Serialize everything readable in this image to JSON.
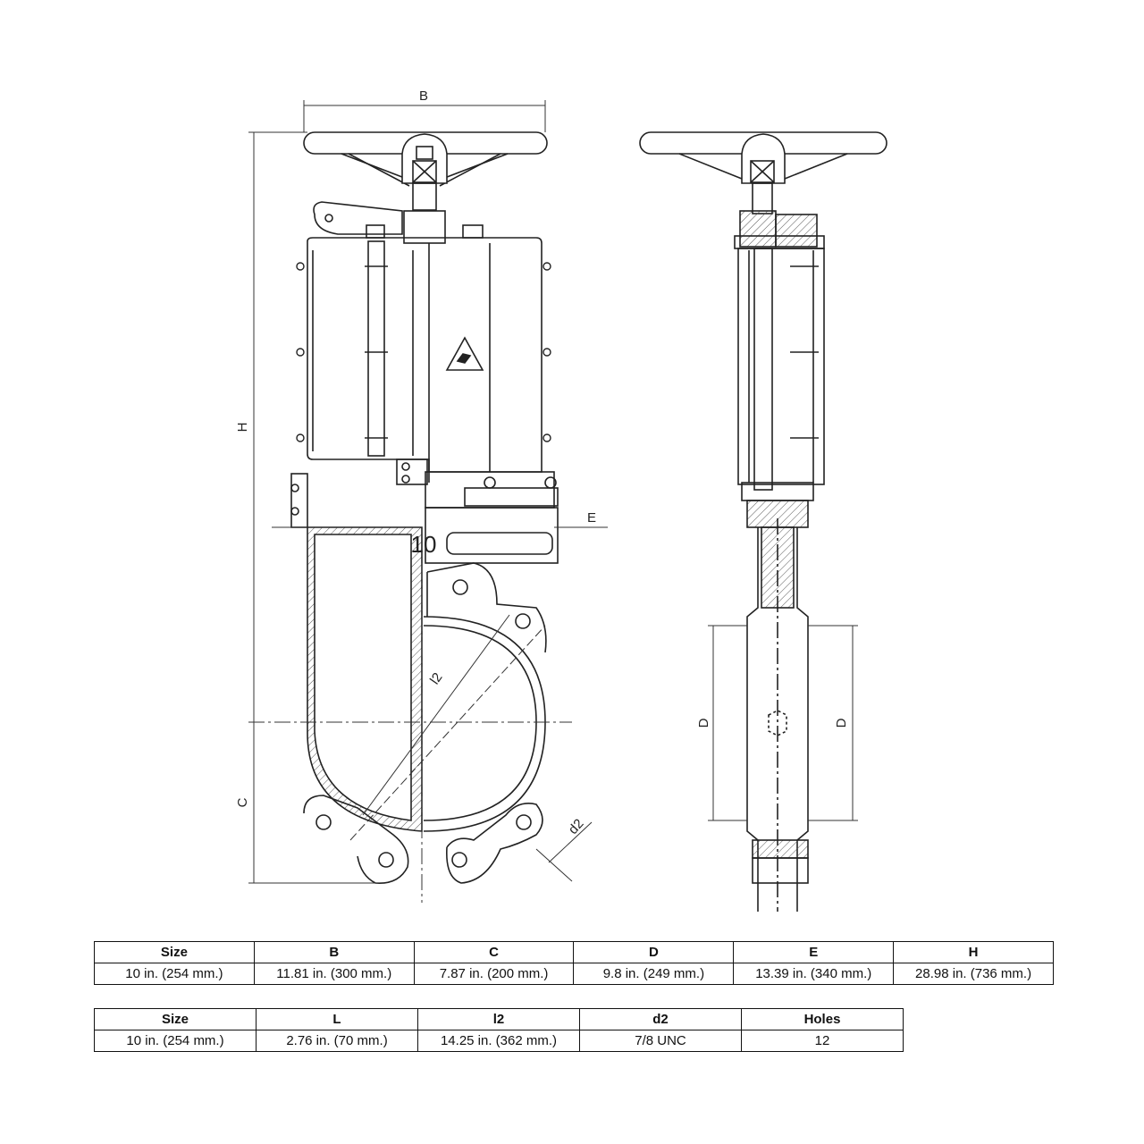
{
  "drawing": {
    "labels": {
      "B": "B",
      "H": "H",
      "C": "C",
      "E": "E",
      "L": "10",
      "l2": "l2",
      "d2": "d2",
      "D_left": "D",
      "D_right": "D"
    }
  },
  "table1": {
    "headers": [
      "Size",
      "B",
      "C",
      "D",
      "E",
      "H"
    ],
    "row": [
      "10 in. (254 mm.)",
      "11.81  in. (300 mm.)",
      "7.87 in. (200 mm.)",
      "9.8 in. (249 mm.)",
      "13.39 in. (340 mm.)",
      "28.98 in. (736 mm.)"
    ]
  },
  "table2": {
    "headers": [
      "Size",
      "L",
      "l2",
      "d2",
      "Holes"
    ],
    "row": [
      "10 in. (254 mm.)",
      "2.76 in. (70 mm.)",
      "14.25 in. (362 mm.)",
      "7/8 UNC",
      "12"
    ]
  }
}
